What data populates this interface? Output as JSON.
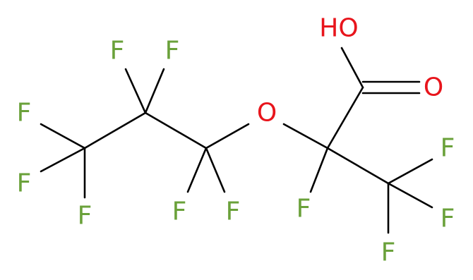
{
  "colors": {
    "background": "#ffffff",
    "bond": "#000000",
    "fluorine": "#6aa13a",
    "oxygen": "#e8151c"
  },
  "atoms": {
    "f1": {
      "symbol": "F",
      "element": "fluorine"
    },
    "f2": {
      "symbol": "F",
      "element": "fluorine"
    },
    "f3": {
      "symbol": "F",
      "element": "fluorine"
    },
    "f4": {
      "symbol": "F",
      "element": "fluorine"
    },
    "f5": {
      "symbol": "F",
      "element": "fluorine"
    },
    "f6": {
      "symbol": "F",
      "element": "fluorine"
    },
    "f7": {
      "symbol": "F",
      "element": "fluorine"
    },
    "f8": {
      "symbol": "F",
      "element": "fluorine"
    },
    "f9": {
      "symbol": "F",
      "element": "fluorine"
    },
    "f10": {
      "symbol": "F",
      "element": "fluorine"
    },
    "f11": {
      "symbol": "F",
      "element": "fluorine"
    },
    "ether_o": {
      "symbol": "O",
      "element": "oxygen"
    },
    "hydroxyl": {
      "symbol": "HO",
      "element": "oxygen"
    },
    "carbonyl_o": {
      "symbol": "O",
      "element": "oxygen"
    }
  }
}
